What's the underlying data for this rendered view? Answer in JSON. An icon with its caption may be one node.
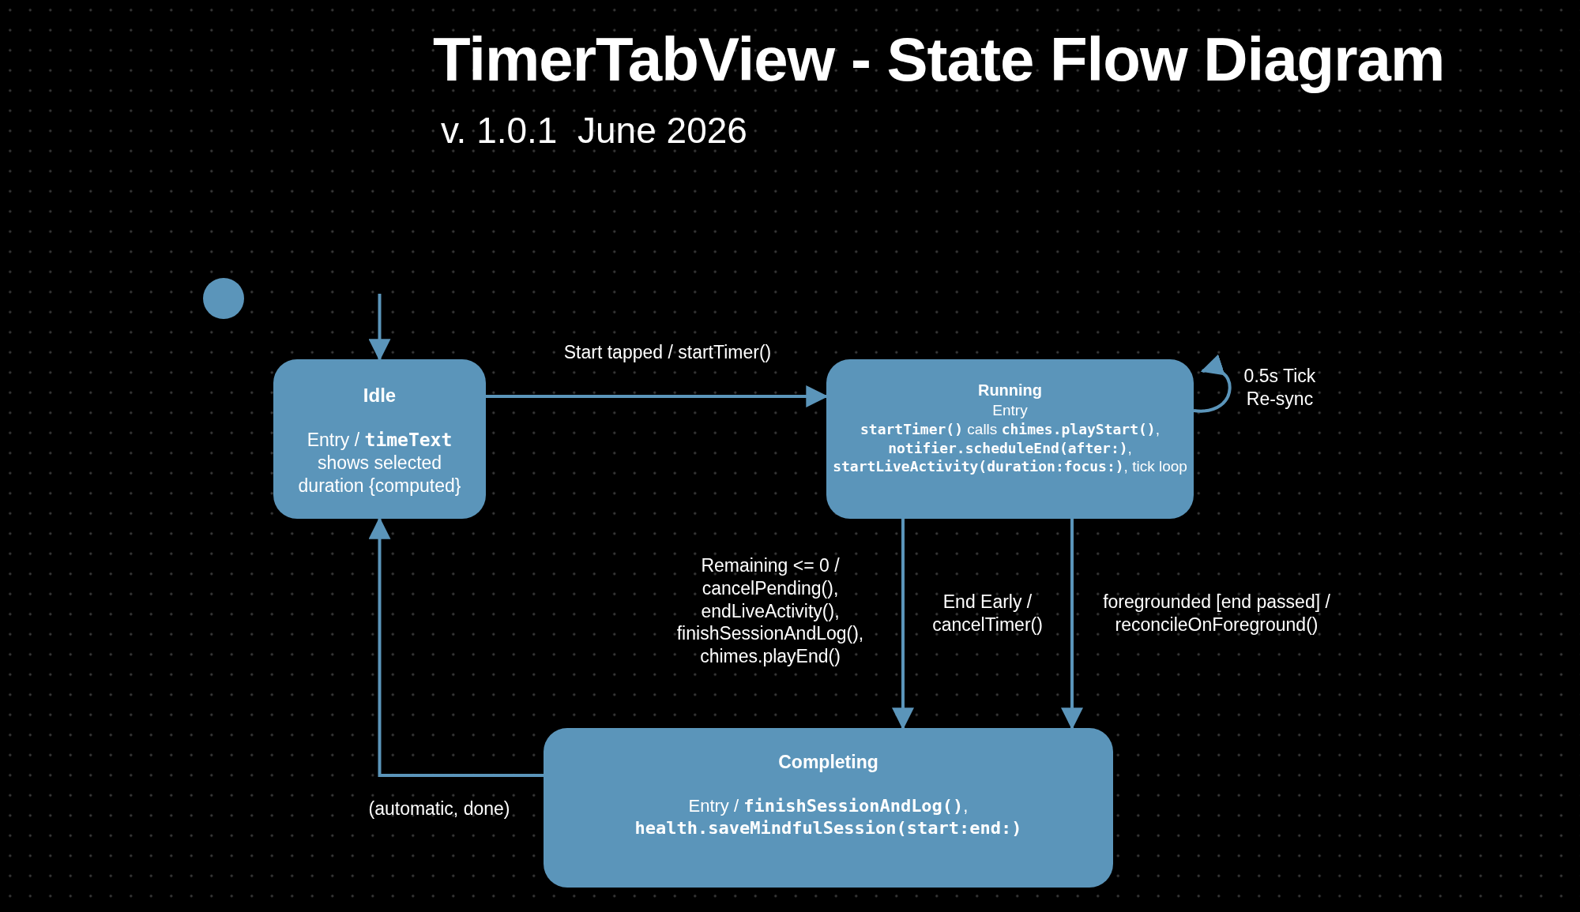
{
  "diagram": {
    "title": "TimerTabView - State Flow Diagram",
    "nodes": [
      {
        "text": [],
        "shape": "circle"
      },
      {
        "text": [
          "Idle",
          "Entry / **timeText** shows selected duration {computed}"
        ]
      },
      {
        "text": [
          "Running",
          "Entry",
          "**startTimer()** calls **chimes.playStart()**, **notifier.scheduleEnd(after:)**, **startLiveActivity(duration:focus:)**, tick loop"
        ]
      },
      {
        "text": [
          "Completing",
          "Entry / **finishSessionAndLog()**, **health.saveMindfulSession(start:end:)**"
        ]
      }
    ],
    "edges": [
      {
        "from": null,
        "to": 1,
        "arrow": "to"
      },
      {
        "from": 1,
        "to": 2,
        "arrow": "to",
        "label": "Start tapped / startTimer()"
      },
      {
        "from": 2,
        "to": 2,
        "arrow": "to",
        "label": "0.5s Tick Re-sync"
      },
      {
        "from": 2,
        "to": 3,
        "arrow": "to",
        "label": "Remaining <= 0 / cancelPending(), endLiveActivity(), finishSessionAndLog(), chimes.playEnd()"
      },
      {
        "from": 2,
        "to": 3,
        "arrow": "to",
        "label": "foregrounded [end passed] / reconcileOnForeground()"
      },
      {
        "from": 3,
        "to": 1,
        "arrow": "to",
        "label": "(automatic, done)"
      }
    ],
    "labels": [
      "v. 1.0.1  June 2026",
      "End Early / cancelTimer()"
    ]
  }
}
